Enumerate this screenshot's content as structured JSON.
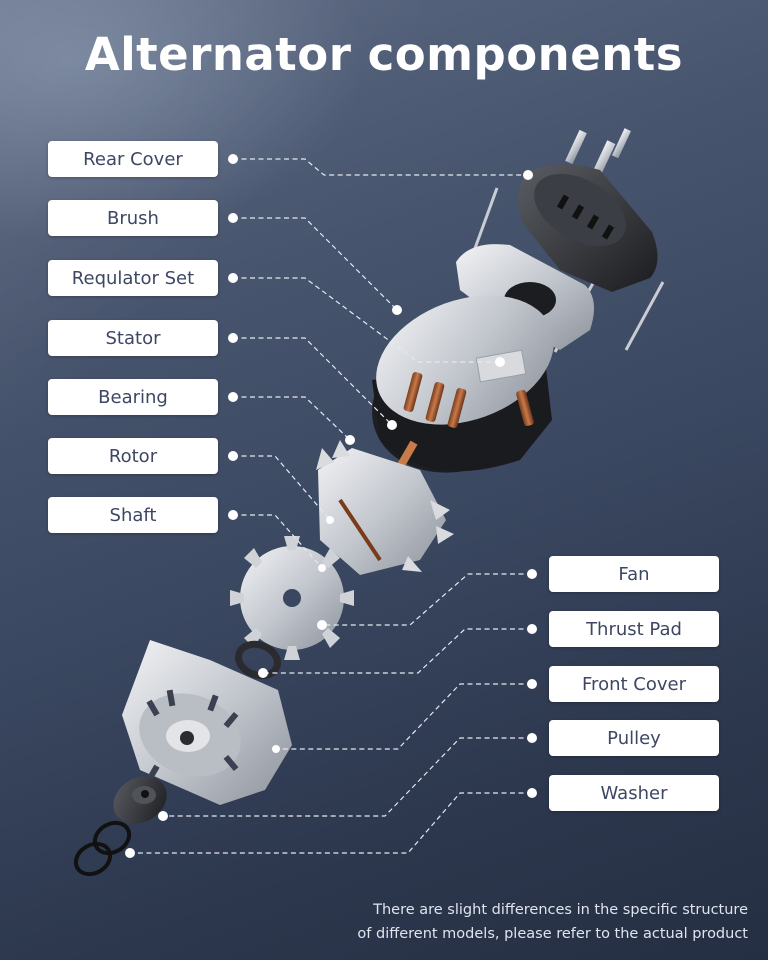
{
  "title": "Alternator components",
  "labels_left": [
    {
      "label": "Rear Cover"
    },
    {
      "label": "Brush"
    },
    {
      "label": "Requlator Set"
    },
    {
      "label": "Stator"
    },
    {
      "label": "Bearing"
    },
    {
      "label": "Rotor"
    },
    {
      "label": "Shaft"
    }
  ],
  "labels_right": [
    {
      "label": "Fan"
    },
    {
      "label": "Thrust Pad"
    },
    {
      "label": "Front Cover"
    },
    {
      "label": "Pulley"
    },
    {
      "label": "Washer"
    }
  ],
  "note": {
    "line1": "There are slight differences in the specific structure",
    "line2": "of different models, please refer to the actual product"
  },
  "colors": {
    "background_top": "#5d6a83",
    "background_bottom": "#252f43",
    "label_bg": "#ffffff",
    "label_text": "#3d4763",
    "leader_line": "#e6e9f0"
  }
}
